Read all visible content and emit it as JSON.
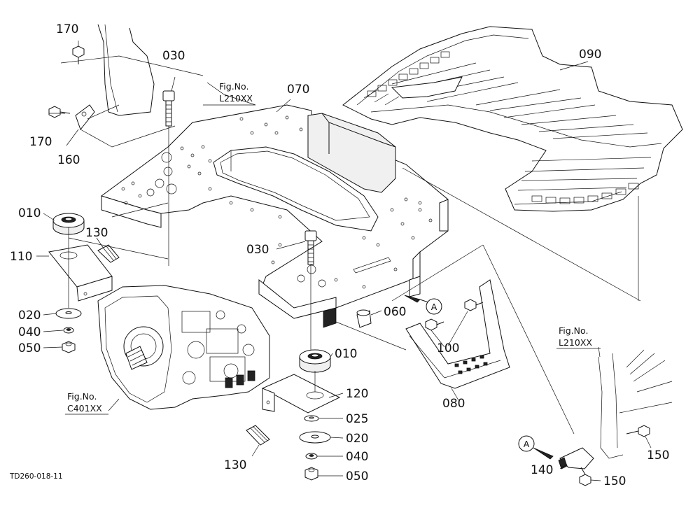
{
  "parts": {
    "p010": "010",
    "p020": "020",
    "p025": "025",
    "p030": "030",
    "p040": "040",
    "p050": "050",
    "p060": "060",
    "p070": "070",
    "p080": "080",
    "p090": "090",
    "p100": "100",
    "p110": "110",
    "p120": "120",
    "p130": "130",
    "p140": "140",
    "p150": "150",
    "p160": "160",
    "p170": "170"
  },
  "references": {
    "fig_no": "Fig.No.",
    "l210xx": "L210XX",
    "c401xx": "C401XX",
    "marker_a": "A"
  },
  "document_code": "TD260-018-11"
}
